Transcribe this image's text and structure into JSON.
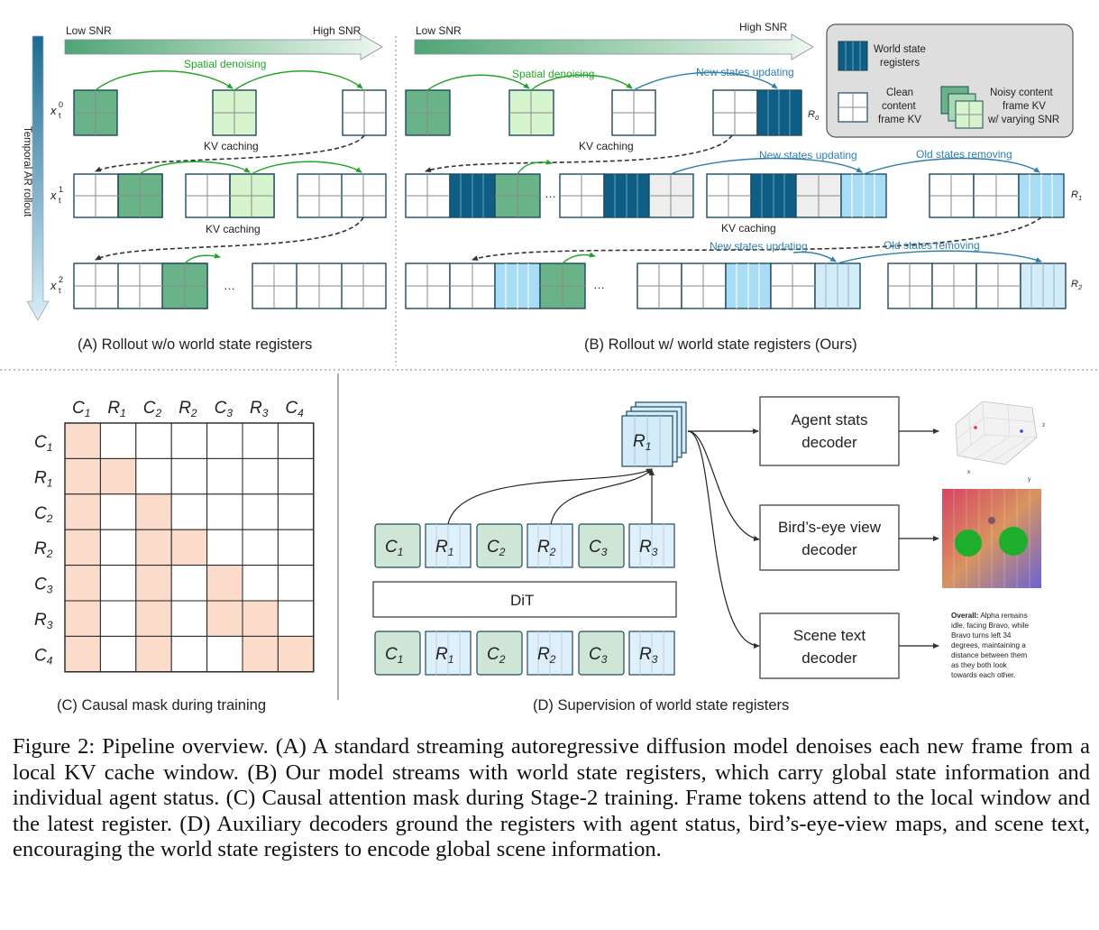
{
  "colors": {
    "register_dark": "#0e5e86",
    "register_light": "#a9dcf5",
    "register_lighter": "#d3ecf8",
    "frame_noisy": "#6ab288",
    "frame_light": "#d6f5cf",
    "frame_clean": "#ffffff",
    "grey_cell": "#eeeeee",
    "mask_fill": "#fbdccb",
    "spatial_green": "#23a427",
    "register_arrow_blue": "#2f7fad"
  },
  "panelA": {
    "low_snr": "Low SNR",
    "high_snr": "High SNR",
    "spatial_denoising": "Spatial denoising",
    "kv_caching_1": "KV caching",
    "kv_caching_2": "KV caching",
    "axis_label": "Temporal AR rollout",
    "row_labels": [
      "x",
      "x",
      "x"
    ],
    "row_sups": [
      "0",
      "1",
      "2"
    ],
    "row_subs": [
      "t",
      "t",
      "t"
    ],
    "ellipsis": "…",
    "caption": "(A) Rollout w/o world state registers"
  },
  "panelB": {
    "low_snr": "Low SNR",
    "high_snr": "High SNR",
    "spatial_denoising": "Spatial denoising",
    "new_states_1": "New states updating",
    "kv_caching_1": "KV caching",
    "new_states_2": "New states updating",
    "old_states_2": "Old states removing",
    "kv_caching_2": "KV caching",
    "new_states_3": "New states updating",
    "old_states_3": "Old states removing",
    "reg_labels": [
      "R",
      "R",
      "R"
    ],
    "reg_subs": [
      "0",
      "1",
      "2"
    ],
    "ellipsis_1": "…",
    "ellipsis_2": "…",
    "caption": "(B) Rollout w/ world state registers (Ours)",
    "legend": {
      "registers_1": "World state",
      "registers_2": "registers",
      "clean_1": "Clean",
      "clean_2": "content",
      "clean_3": "frame KV",
      "noisy_1": "Noisy content",
      "noisy_2": "frame KV",
      "noisy_3": "w/ varying SNR"
    }
  },
  "panelC": {
    "labels": [
      {
        "main": "C",
        "sub": "1"
      },
      {
        "main": "R",
        "sub": "1"
      },
      {
        "main": "C",
        "sub": "2"
      },
      {
        "main": "R",
        "sub": "2"
      },
      {
        "main": "C",
        "sub": "3"
      },
      {
        "main": "R",
        "sub": "3"
      },
      {
        "main": "C",
        "sub": "4"
      }
    ],
    "mask": [
      [
        1,
        0,
        0,
        0,
        0,
        0,
        0
      ],
      [
        1,
        1,
        0,
        0,
        0,
        0,
        0
      ],
      [
        1,
        0,
        1,
        0,
        0,
        0,
        0
      ],
      [
        1,
        0,
        1,
        1,
        0,
        0,
        0
      ],
      [
        1,
        0,
        1,
        0,
        1,
        0,
        0
      ],
      [
        1,
        0,
        1,
        0,
        1,
        1,
        0
      ],
      [
        1,
        0,
        1,
        0,
        0,
        1,
        1
      ]
    ],
    "caption": "(C) Causal mask during training"
  },
  "panelD": {
    "stack_main": "R",
    "stack_sub": "1",
    "dit": "DiT",
    "tokens": [
      {
        "main": "C",
        "sub": "1",
        "kind": "content"
      },
      {
        "main": "R",
        "sub": "1",
        "kind": "register"
      },
      {
        "main": "C",
        "sub": "2",
        "kind": "content"
      },
      {
        "main": "R",
        "sub": "2",
        "kind": "register"
      },
      {
        "main": "C",
        "sub": "3",
        "kind": "content"
      },
      {
        "main": "R",
        "sub": "3",
        "kind": "register"
      }
    ],
    "decoders": [
      {
        "line1": "Agent stats",
        "line2": "decoder"
      },
      {
        "line1": "Bird’s-eye view",
        "line2": "decoder"
      },
      {
        "line1": "Scene text",
        "line2": "decoder"
      }
    ],
    "plot_axes": {
      "x": "x",
      "y": "y",
      "z": "z"
    },
    "scene_text": {
      "bold": "Overall:",
      "lines": [
        " Alpha remains",
        "idle, facing Bravo, while",
        "Bravo turns left 34",
        "degrees, maintaining a",
        "distance between them",
        "as they both look",
        "towards each other."
      ]
    },
    "caption": "(D) Supervision of world state registers"
  },
  "caption": {
    "text": "Figure 2: Pipeline overview. (A) A standard streaming autoregressive diffusion model denoises each new frame from a local KV cache window. (B) Our model streams with world state registers, which carry global state information and individual agent status. (C) Causal attention mask during Stage-2 training. Frame tokens attend to the local window and the latest register. (D) Auxiliary decoders ground the registers with agent status, bird’s-eye-view maps, and scene text, encouraging the world state registers to encode global scene information."
  }
}
